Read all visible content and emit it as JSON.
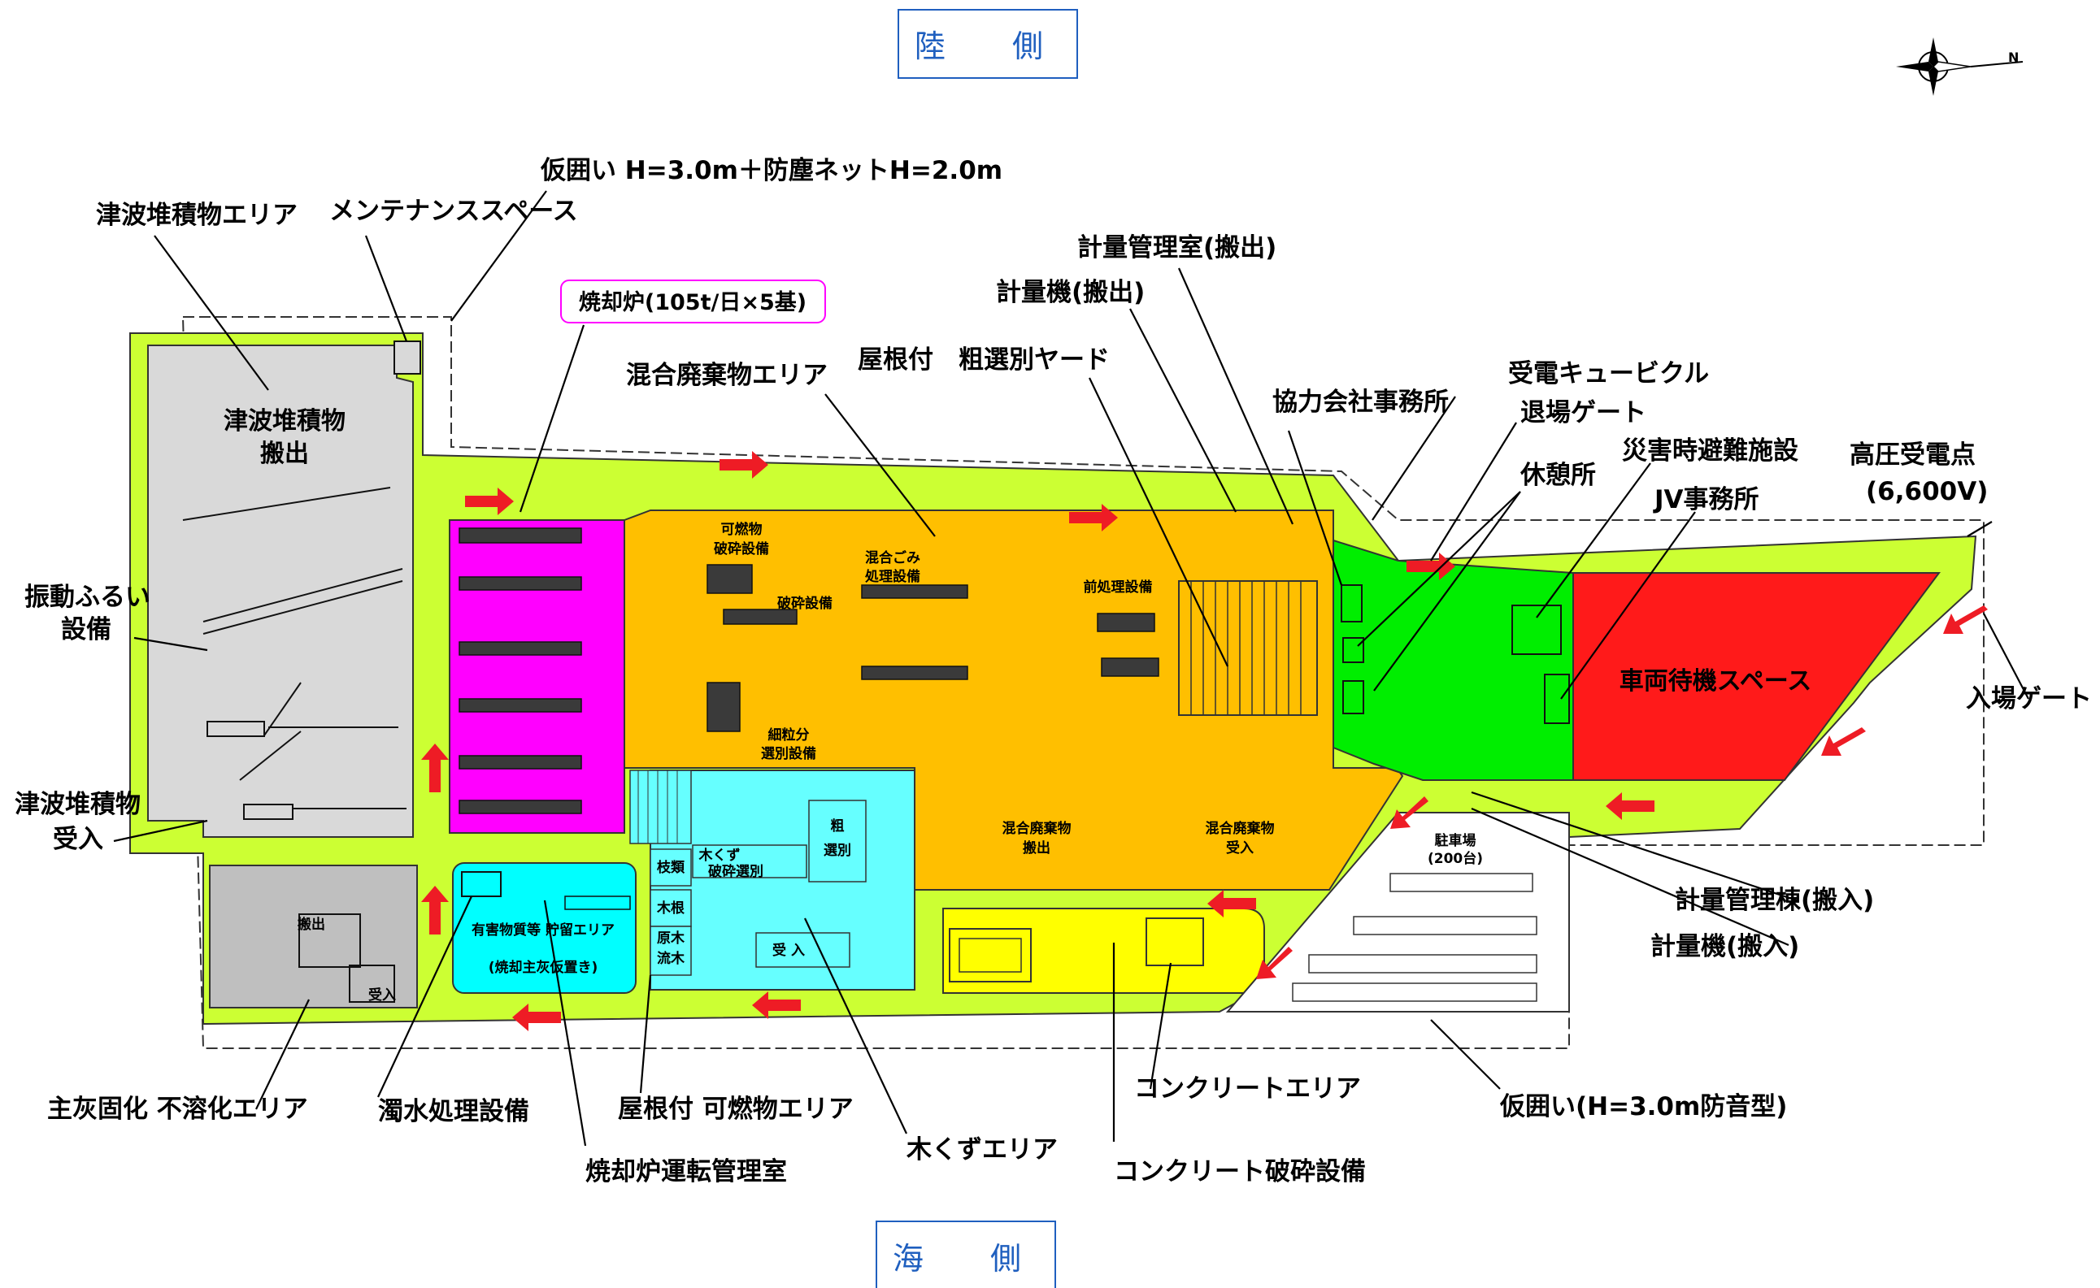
{
  "sides": {
    "land": "陸　側",
    "sea": "海　側"
  },
  "zones": {
    "tsunami_out": [
      "津波堆積物",
      "搬出"
    ],
    "incinerator_title": "焼却炉(105t/日×5基)",
    "combustible_crush": [
      "可燃物",
      "破砕設備"
    ],
    "mixed_process": [
      "混合ごみ",
      "処理設備"
    ],
    "crush_equipment": "破砕設備",
    "fine_sort": [
      "細粒分",
      "選別設備"
    ],
    "pretreatment": "前処理設備",
    "mixed_out": [
      "混合廃棄物",
      "搬出"
    ],
    "mixed_in": [
      "混合廃棄物",
      "受入"
    ],
    "wood_crush": [
      "木くず",
      "破砕選別"
    ],
    "coarse_sort": [
      "粗",
      "選別"
    ],
    "branches": "枝類",
    "roots": "木根",
    "logs": [
      "原木",
      "流木"
    ],
    "receive": "受 入",
    "hazard": [
      "有害物質等 貯留エリア",
      "(焼却主灰仮置き)"
    ],
    "ash_out": "搬出",
    "ash_in": "受入",
    "vehicle_wait": "車両待機スペース",
    "parking": [
      "駐車場",
      "(200台)"
    ]
  },
  "callouts": {
    "tsunami_area": "津波堆積物エリア",
    "maintenance": "メンテナンススペース",
    "temp_fence_top": "仮囲い H=3.0m＋防塵ネットH=2.0m",
    "mixed_waste_area": "混合廃棄物エリア",
    "roofed_yard": "屋根付　粗選別ヤード",
    "weigh_room_out": "計量管理室(搬出)",
    "weigh_scale_out": "計量機(搬出)",
    "partner_office": "協力会社事務所",
    "cubicle": "受電キュービクル",
    "exit_gate": "退場ゲート",
    "disaster_shelter": "災害時避難施設",
    "rest_area": "休憩所",
    "jv_office": "JV事務所",
    "hv_point": "高圧受電点",
    "hv_value": "(6,600V)",
    "vibrating_screen": [
      "振動ふるい",
      "設備"
    ],
    "tsunami_receive": [
      "津波堆積物",
      "受入"
    ],
    "entry_gate": "入場ゲート",
    "weigh_building_in": "計量管理棟(搬入)",
    "weigh_scale_in": "計量機(搬入)",
    "ash_area": "主灰固化 不溶化エリア",
    "water_treatment": "濁水処理設備",
    "roofed_combustible": "屋根付 可燃物エリア",
    "incinerator_control": "焼却炉運転管理室",
    "wood_area": "木くずエリア",
    "concrete_area": "コンクリートエリア",
    "concrete_crush": "コンクリート破砕設備",
    "temp_fence_bottom": "仮囲い(H=3.0m防音型)"
  },
  "compass": {
    "north": "N"
  },
  "colors": {
    "road": "#ccff33",
    "tsunami": "#d9d9d9",
    "ash": "#bfbfbf",
    "incinerator": "#ff00ff",
    "mixed": "#ffbf00",
    "wood": "#66ffff",
    "hazard": "#00ffff",
    "concrete": "#ffff00",
    "office": "#00ee00",
    "waiting": "#ff1a1a",
    "flow_arrow": "#ee1c25",
    "side_label": "#1f5fbf"
  }
}
